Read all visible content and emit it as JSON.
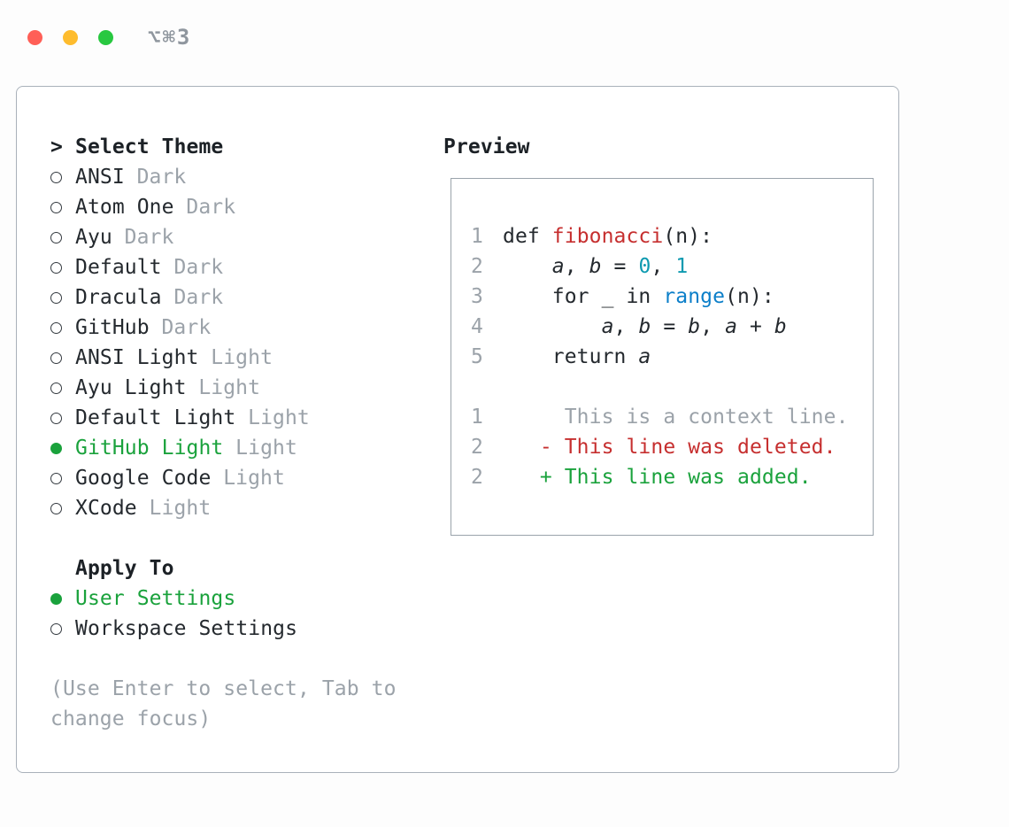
{
  "window": {
    "title": "⌥⌘3"
  },
  "colors": {
    "traffic_red": "#ff5f57",
    "traffic_yellow": "#febc2e",
    "traffic_green": "#28c840",
    "accent_green": "#1aa23c",
    "token_red": "#c62f2f",
    "token_number": "#0e9ab0",
    "token_builtin": "#0c7fc9",
    "muted": "#9ba2a9"
  },
  "theme_selector": {
    "header_prefix": ">",
    "header": "Select Theme",
    "items": [
      {
        "name": "ANSI",
        "variant": "Dark",
        "selected": false
      },
      {
        "name": "Atom One",
        "variant": "Dark",
        "selected": false
      },
      {
        "name": "Ayu",
        "variant": "Dark",
        "selected": false
      },
      {
        "name": "Default",
        "variant": "Dark",
        "selected": false
      },
      {
        "name": "Dracula",
        "variant": "Dark",
        "selected": false
      },
      {
        "name": "GitHub",
        "variant": "Dark",
        "selected": false
      },
      {
        "name": "ANSI Light",
        "variant": "Light",
        "selected": false
      },
      {
        "name": "Ayu Light",
        "variant": "Light",
        "selected": false
      },
      {
        "name": "Default Light",
        "variant": "Light",
        "selected": false
      },
      {
        "name": "GitHub Light",
        "variant": "Light",
        "selected": true
      },
      {
        "name": "Google Code",
        "variant": "Light",
        "selected": false
      },
      {
        "name": "XCode",
        "variant": "Light",
        "selected": false
      }
    ]
  },
  "apply_to": {
    "header": "Apply To",
    "options": [
      {
        "label": "User Settings",
        "selected": true
      },
      {
        "label": "Workspace Settings",
        "selected": false
      }
    ]
  },
  "hint": "(Use Enter to select, Tab to\nchange focus)",
  "preview": {
    "header": "Preview",
    "lines": [
      {
        "num": "1",
        "tokens": [
          {
            "t": "def ",
            "c": "plain"
          },
          {
            "t": "fibonacci",
            "c": "fn"
          },
          {
            "t": "(n):",
            "c": "plain"
          }
        ]
      },
      {
        "num": "2",
        "tokens": [
          {
            "t": "    ",
            "c": "plain"
          },
          {
            "t": "a",
            "c": "var"
          },
          {
            "t": ", ",
            "c": "plain"
          },
          {
            "t": "b",
            "c": "var"
          },
          {
            "t": " = ",
            "c": "plain"
          },
          {
            "t": "0",
            "c": "num"
          },
          {
            "t": ", ",
            "c": "plain"
          },
          {
            "t": "1",
            "c": "num"
          }
        ]
      },
      {
        "num": "3",
        "tokens": [
          {
            "t": "    for _ in ",
            "c": "plain"
          },
          {
            "t": "range",
            "c": "kw"
          },
          {
            "t": "(n):",
            "c": "plain"
          }
        ]
      },
      {
        "num": "4",
        "tokens": [
          {
            "t": "        ",
            "c": "plain"
          },
          {
            "t": "a",
            "c": "var"
          },
          {
            "t": ", ",
            "c": "plain"
          },
          {
            "t": "b",
            "c": "var"
          },
          {
            "t": " = ",
            "c": "plain"
          },
          {
            "t": "b",
            "c": "var"
          },
          {
            "t": ", ",
            "c": "plain"
          },
          {
            "t": "a",
            "c": "var"
          },
          {
            "t": " + ",
            "c": "plain"
          },
          {
            "t": "b",
            "c": "var"
          }
        ]
      },
      {
        "num": "5",
        "tokens": [
          {
            "t": "    return ",
            "c": "plain"
          },
          {
            "t": "a",
            "c": "var"
          }
        ]
      },
      {
        "num": "",
        "tokens": []
      },
      {
        "num": "1",
        "tokens": [
          {
            "t": "     This is a context line.",
            "c": "ctx"
          }
        ]
      },
      {
        "num": "2",
        "tokens": [
          {
            "t": "   - This line was deleted.",
            "c": "del"
          }
        ]
      },
      {
        "num": "2",
        "tokens": [
          {
            "t": "   + This line was added.",
            "c": "add"
          }
        ]
      }
    ]
  }
}
